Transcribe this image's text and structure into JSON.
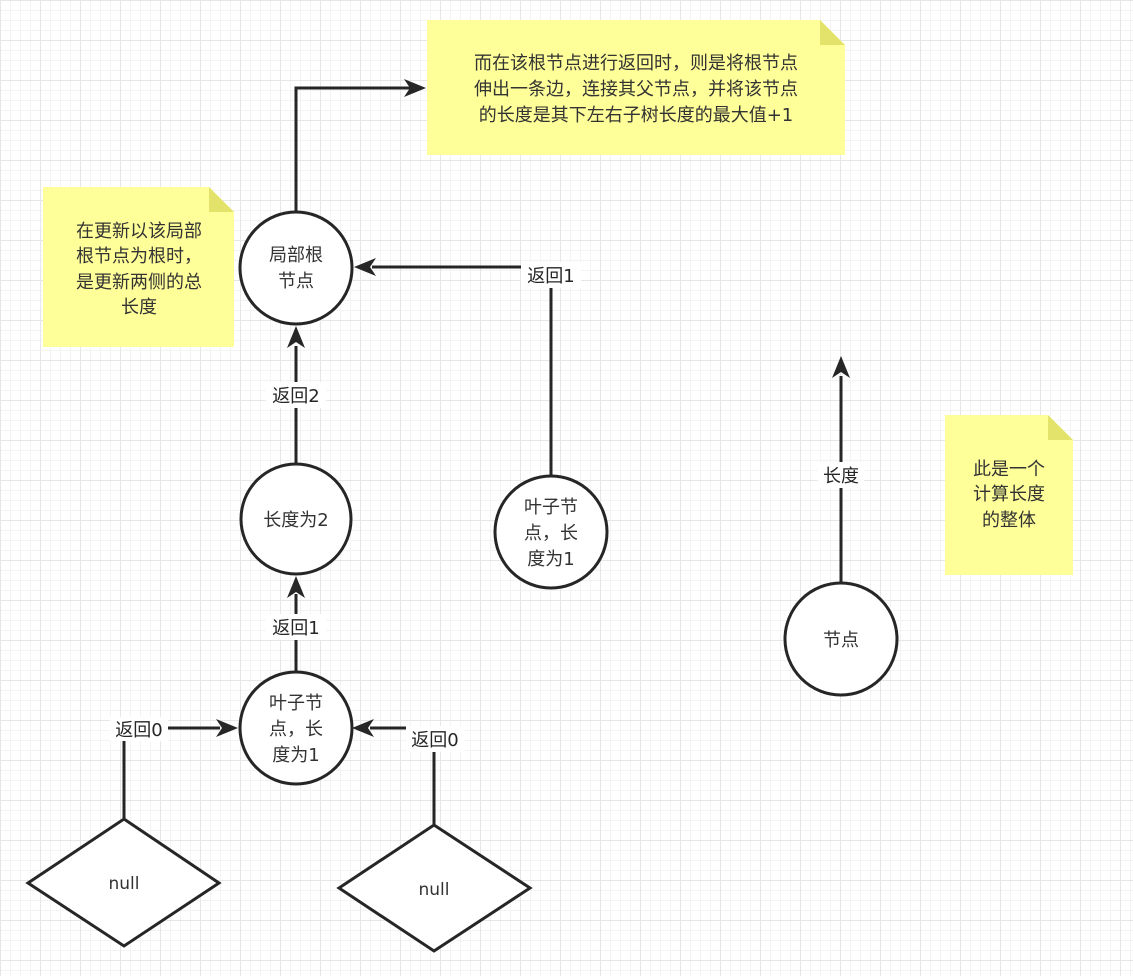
{
  "notes": {
    "top": [
      "而在该根节点进行返回时，则是将根节点",
      "伸出一条边，连接其父节点，并将该节点",
      "的长度是其下左右子树长度的最大值+1"
    ],
    "left": [
      "在更新以该局部",
      "根节点为根时，",
      "是更新两侧的总",
      "长度"
    ],
    "right": [
      "此是一个",
      "计算长度",
      "的整体"
    ]
  },
  "nodes": {
    "local_root": [
      "局部根",
      "节点"
    ],
    "len2": [
      "长度为2"
    ],
    "leaf_right": [
      "叶子节",
      "点，长",
      "度为1"
    ],
    "leaf_bottom": [
      "叶子节",
      "点，长",
      "度为1"
    ],
    "node": [
      "节点"
    ],
    "null_left": "null",
    "null_right": "null"
  },
  "edge_labels": {
    "return1_right": "返回1",
    "return2": "返回2",
    "return1_bottom": "返回1",
    "return0_left": "返回0",
    "return0_right": "返回0",
    "length": "长度"
  },
  "colors": {
    "note_fill": "#ffff99",
    "line": "#262626",
    "text": "#333333"
  }
}
